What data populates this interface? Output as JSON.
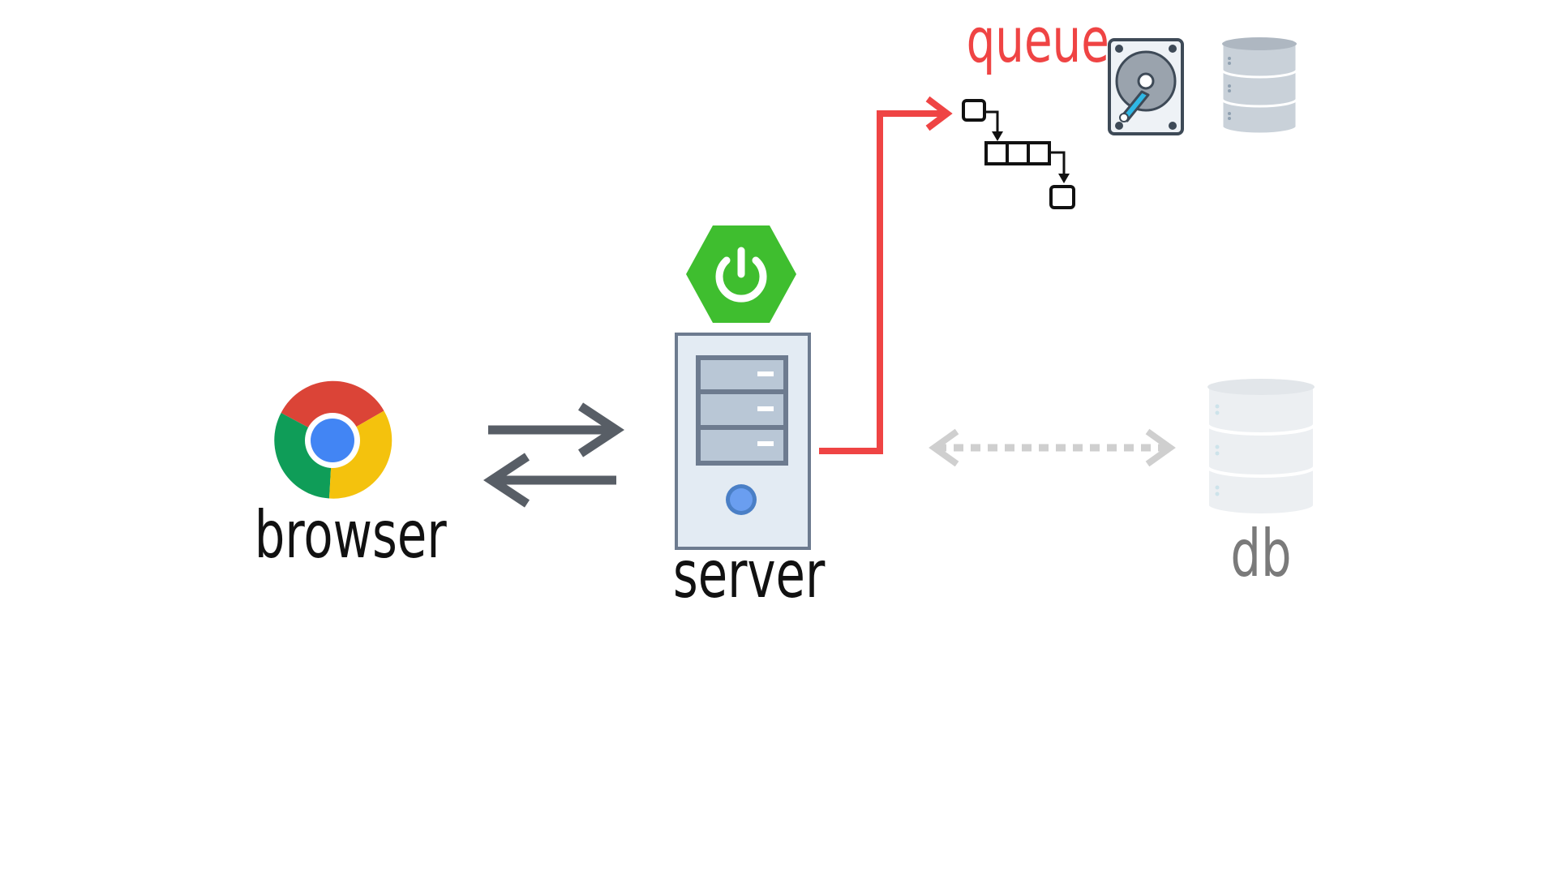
{
  "labels": {
    "browser": "browser",
    "server": "server",
    "db": "db",
    "queue": "queue"
  },
  "icons": {
    "browser": "chrome-logo-icon",
    "server": "server-tower-icon",
    "framework": "spring-boot-power-icon",
    "queue": "queue-flow-icon",
    "disk": "hard-disk-icon",
    "queue_storage": "database-cylinder-icon",
    "db": "database-cylinder-icon"
  },
  "connections": [
    {
      "from": "browser",
      "to": "server",
      "style": "solid",
      "direction": "bidirectional",
      "color": "#585e66"
    },
    {
      "from": "server",
      "to": "queue",
      "style": "solid",
      "direction": "forward",
      "color": "#ef4444"
    },
    {
      "from": "server",
      "to": "db",
      "style": "dotted",
      "direction": "bidirectional",
      "color": "#cfcfcf"
    }
  ],
  "colors": {
    "queue_accent": "#ef4444",
    "text_dark": "#111111",
    "text_muted": "#7a7a7a",
    "spring_green": "#3fbe2f",
    "arrow_dark": "#585e66",
    "faded": "#cfcfcf"
  }
}
